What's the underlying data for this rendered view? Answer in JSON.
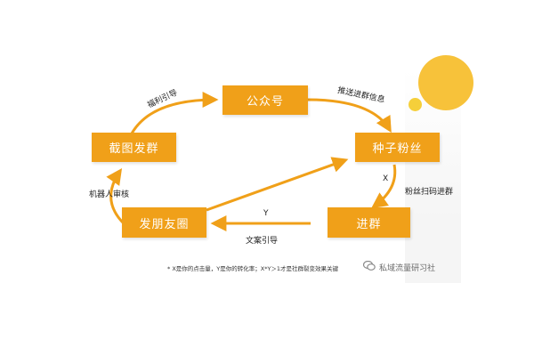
{
  "nodes": {
    "gongzhonghao": "公众号",
    "jietu": "截图发群",
    "zhongzi": "种子粉丝",
    "fapengyouquan": "发朋友圈",
    "jinqun": "进群"
  },
  "edges": {
    "fuli": "福利引导",
    "tuisong": "推送进群信息",
    "jiqiren": "机器人审核",
    "fensi": "粉丝扫码进群",
    "wenan": "文案引导",
    "x": "X",
    "y": "Y"
  },
  "footnote": "* X是你的点击量，Y是你的转化率；X*Y＞1才是社群裂变效果关键",
  "watermark": "私域流量研习社",
  "colors": {
    "node": "#f0a019",
    "arrow": "#f0a019",
    "sun": "#f7c23a"
  }
}
